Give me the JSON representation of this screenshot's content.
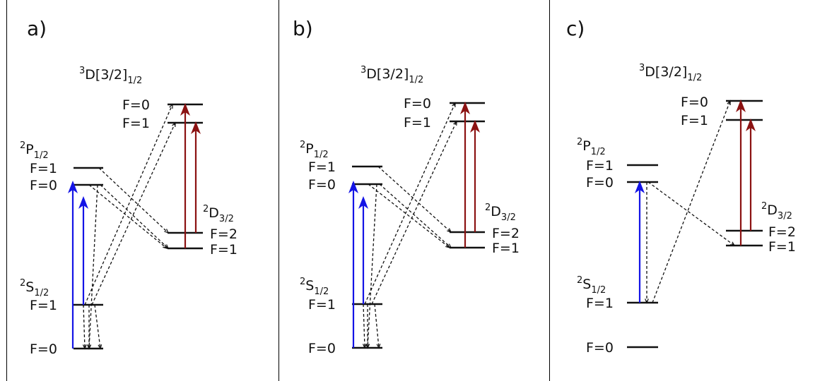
{
  "colors": {
    "blue": "#1414e6",
    "red": "#8b1212"
  },
  "panels": [
    {
      "label": "a)",
      "state_d": {
        "main": "D[3/2]",
        "sup": "3",
        "sub": "1/2"
      },
      "state_p": {
        "main": "P",
        "sup": "2",
        "sub": "1/2"
      },
      "state_dd": {
        "main": "D",
        "sup": "2",
        "sub": "3/2"
      },
      "state_s": {
        "main": "S",
        "sup": "2",
        "sub": "1/2"
      },
      "levels": {
        "d0": "F=0",
        "d1": "F=1",
        "p1": "F=1",
        "p0": "F=0",
        "dd2": "F=2",
        "dd1": "F=1",
        "s1": "F=1",
        "s0": "F=0"
      }
    },
    {
      "label": "b)",
      "state_d": {
        "main": "D[3/2]",
        "sup": "3",
        "sub": "1/2"
      },
      "state_p": {
        "main": "P",
        "sup": "2",
        "sub": "1/2"
      },
      "state_dd": {
        "main": "D",
        "sup": "2",
        "sub": "3/2"
      },
      "state_s": {
        "main": "S",
        "sup": "2",
        "sub": "1/2"
      },
      "levels": {
        "d0": "F=0",
        "d1": "F=1",
        "p1": "F=1",
        "p0": "F=0",
        "dd2": "F=2",
        "dd1": "F=1",
        "s1": "F=1",
        "s0": "F=0"
      }
    },
    {
      "label": "c)",
      "state_d": {
        "main": "D[3/2]",
        "sup": "3",
        "sub": "1/2"
      },
      "state_p": {
        "main": "P",
        "sup": "2",
        "sub": "1/2"
      },
      "state_dd": {
        "main": "D",
        "sup": "2",
        "sub": "3/2"
      },
      "state_s": {
        "main": "S",
        "sup": "2",
        "sub": "1/2"
      },
      "levels": {
        "d0": "F=0",
        "d1": "F=1",
        "p1": "F=1",
        "p0": "F=0",
        "dd2": "F=2",
        "dd1": "F=1",
        "s1": "F=1",
        "s0": "F=0"
      }
    }
  ]
}
